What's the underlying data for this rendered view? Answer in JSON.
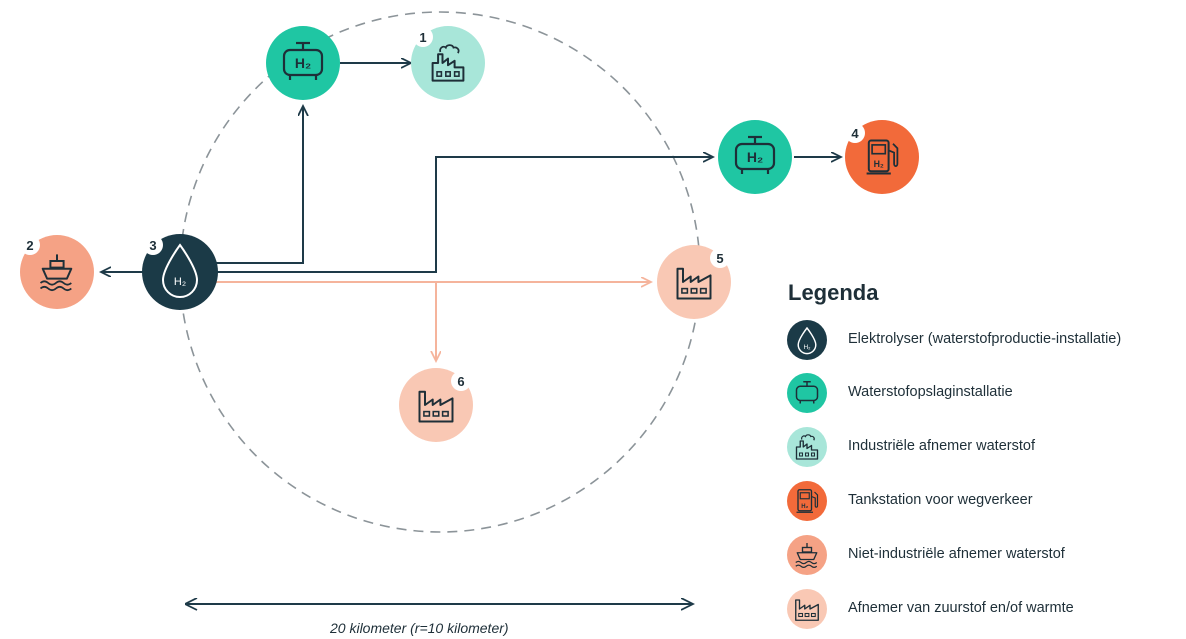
{
  "nodes": {
    "n1": {
      "number": "1"
    },
    "n2": {
      "number": "2"
    },
    "n3": {
      "number": "3",
      "symbol": "H2"
    },
    "n4": {
      "number": "4"
    },
    "n5": {
      "number": "5"
    },
    "n6": {
      "number": "6"
    },
    "storage_top": {
      "symbol": "H2"
    },
    "storage_right": {
      "symbol": "H2"
    }
  },
  "legend": {
    "title": "Legenda",
    "items": [
      {
        "label": "Elektrolyser (waterstofproductie-installatie)",
        "icon": "hydrogen-drop-icon",
        "color": "#1b3a47"
      },
      {
        "label": "Waterstofopslaginstallatie",
        "icon": "hydrogen-tank-icon",
        "color": "#1fc6a3"
      },
      {
        "label": "Industriële afnemer waterstof",
        "icon": "factory-smoke-icon",
        "color": "#a8e6d9"
      },
      {
        "label": "Tankstation voor wegverkeer",
        "icon": "fuel-pump-icon",
        "color": "#f26a3a"
      },
      {
        "label": "Niet-industriële afnemer waterstof",
        "icon": "ship-icon",
        "color": "#f5a285"
      },
      {
        "label": "Afnemer van zuurstof en/of warmte",
        "icon": "factory-icon",
        "color": "#f9c8b4"
      }
    ]
  },
  "scale": {
    "label": "20 kilometer (r=10 kilometer)"
  },
  "colors": {
    "dark": "#1b3a47",
    "teal": "#1fc6a3",
    "light_teal": "#a8e6d9",
    "orange": "#f26a3a",
    "salmon": "#f5a285",
    "light_salmon": "#f9c8b4",
    "oxygen_arrow": "#f5b49c"
  }
}
